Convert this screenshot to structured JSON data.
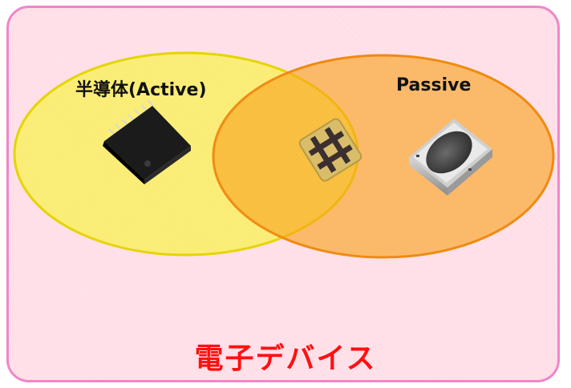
{
  "diagram": {
    "sets": [
      {
        "label": "半導体(Active)",
        "fill": "#f9ef5b",
        "stroke": "#e5d400"
      },
      {
        "label": "Passive",
        "fill": "#f8b040",
        "stroke": "#f08a10"
      }
    ],
    "caption": "電子デバイス",
    "caption_color": "#ff1010",
    "border_color": "#ef86c9",
    "background_color": "#ffdde6"
  },
  "images": [
    {
      "name": "active-ic-chip"
    },
    {
      "name": "shared-package-chip"
    },
    {
      "name": "passive-sensor-chip"
    }
  ]
}
